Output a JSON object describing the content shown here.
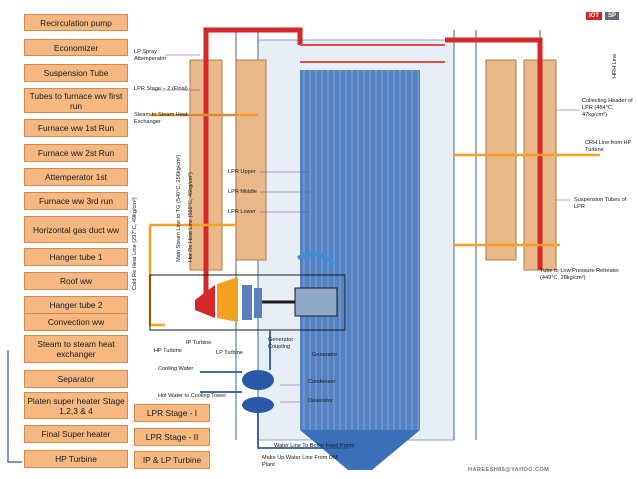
{
  "logo": {
    "badge": "IOT",
    "suffix": "SP"
  },
  "left_buttons": [
    "Recirculation pump",
    "Economizer",
    "Suspension Tube",
    "Tubes to furnace ww first run",
    "Furnace ww 1st Run",
    "Furnace ww 2st Run",
    "Attemperator 1st",
    "Furnace ww 3rd run",
    "Horizontal gas duct ww",
    "Hanger tube 1",
    "Roof ww",
    "Hanger tube 2",
    "Convection ww",
    "Steam to steam heat exchanger",
    "Separator",
    "Platen super heater Stage 1,2,3 & 4",
    "Final Super heater",
    "HP Turbine"
  ],
  "bottom_buttons": [
    "LPR Stage - I",
    "LPR Stage - II",
    "IP & LP Turbine"
  ],
  "labels": {
    "lp_spray": "LP Spray Attemperator",
    "lpr_stage2": "LPR Stage – 2 (Final)",
    "steam_hx": "Steam to Steam Heat Exchanger",
    "lpr_upper": "LPR Upper",
    "lpr_middle": "LPR Middle",
    "lpr_lower": "LPR Lower",
    "collecting_header": "Collecting Header of LPR (484°C, 47kg/cm²)",
    "crh_line": "CRH Line from HP Turbine",
    "suspension_lpr": "Suspension Tubes of LPR",
    "tube_to_lp": "Tube to Low Pressure Reheater (449°C, 28kg/cm²)",
    "generator_coupling": "Generator Coupling",
    "generator": "Generator",
    "hp_turbine": "HP Turbine",
    "ip_turbine": "IP Turbine",
    "lp_turbine": "LP Turbine",
    "cooling_water": "Cooling Water",
    "hot_water": "Hot Water to Cooling Tower",
    "condenser": "Condenser",
    "deaerator": "Deaerator",
    "water_line": "Water Line To Boiler Feed Pump",
    "makeup": "Make Up Water Line From DM Plant",
    "email": "HAREESH85@YAHOO.COM"
  },
  "vertical_labels": {
    "cold_reheat": "Cold Re Heat Line (297°C, 49kg/cm²)",
    "main_steam": "Main Steam Line to TG (540°C, 256kg/cm²)",
    "hot_reheat": "Hot Re Heat Line (568°C, 46kg/cm²)",
    "hrh_line": "HRH Line"
  },
  "colors": {
    "button_fill": "#f5b880",
    "steam_red": "#d62828",
    "water_blue": "#2a57a8",
    "reheat_orange": "#f4a020",
    "furnace_blue": "#3b6fb8"
  }
}
